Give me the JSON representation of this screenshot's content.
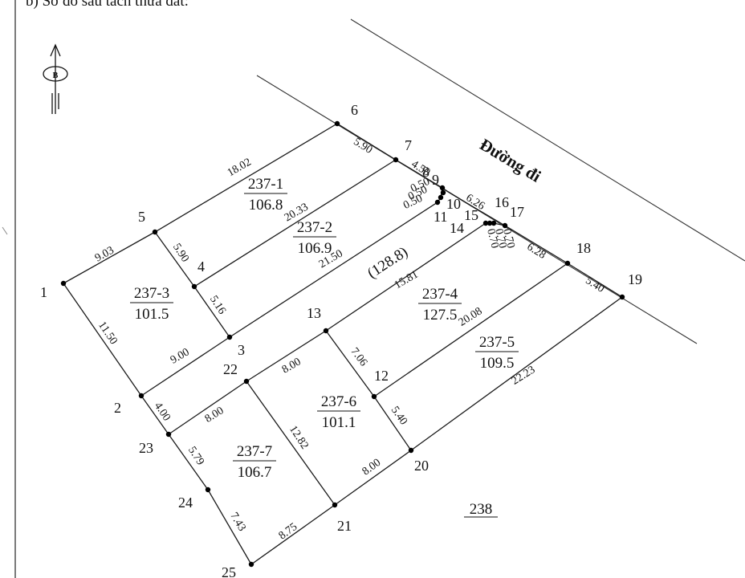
{
  "header": {
    "text": "b) Sơ đồ sau tách thửa đất:"
  },
  "road_label": "Đường đi",
  "compass": {
    "letter": "B",
    "icon": "north-arrow-icon"
  },
  "points": [
    {
      "id": "1",
      "label": "1"
    },
    {
      "id": "2",
      "label": "2"
    },
    {
      "id": "3",
      "label": "3"
    },
    {
      "id": "4",
      "label": "4"
    },
    {
      "id": "5",
      "label": "5"
    },
    {
      "id": "6",
      "label": "6"
    },
    {
      "id": "7",
      "label": "7"
    },
    {
      "id": "8",
      "label": "8"
    },
    {
      "id": "9",
      "label": "9"
    },
    {
      "id": "10",
      "label": "10"
    },
    {
      "id": "11",
      "label": "11"
    },
    {
      "id": "12",
      "label": "12"
    },
    {
      "id": "13",
      "label": "13"
    },
    {
      "id": "14",
      "label": "14"
    },
    {
      "id": "15",
      "label": "15"
    },
    {
      "id": "16",
      "label": "16"
    },
    {
      "id": "17",
      "label": "17"
    },
    {
      "id": "18",
      "label": "18"
    },
    {
      "id": "19",
      "label": "19"
    },
    {
      "id": "20",
      "label": "20"
    },
    {
      "id": "21",
      "label": "21"
    },
    {
      "id": "22",
      "label": "22"
    },
    {
      "id": "23",
      "label": "23"
    },
    {
      "id": "24",
      "label": "24"
    },
    {
      "id": "25",
      "label": "25"
    }
  ],
  "dimensions": [
    {
      "edge": "1-5",
      "value": "9.03"
    },
    {
      "edge": "5-6",
      "value": "18.02"
    },
    {
      "edge": "6-7",
      "value": "5.90"
    },
    {
      "edge": "7-8",
      "value": "4.50"
    },
    {
      "edge": "9-16",
      "value": "6.26"
    },
    {
      "edge": "17-18",
      "value": "6.28"
    },
    {
      "edge": "18-19",
      "value": "5.40"
    },
    {
      "edge": "8-9",
      "value": "0.50"
    },
    {
      "edge": "9-10a",
      "value": "0.50"
    },
    {
      "edge": "10a-10",
      "value": "0.50"
    },
    {
      "edge": "15-14a",
      "value": "0.70"
    },
    {
      "edge": "14a-14b",
      "value": "0.70"
    },
    {
      "edge": "14b-14",
      "value": "0.70"
    },
    {
      "edge": "4-7",
      "value": "20.33"
    },
    {
      "edge": "3-10",
      "value": "21.50"
    },
    {
      "edge": "5-4",
      "value": "5.90"
    },
    {
      "edge": "4-3",
      "value": "5.16"
    },
    {
      "edge": "1-2",
      "value": "11.50"
    },
    {
      "edge": "2-3",
      "value": "9.00"
    },
    {
      "edge": "13-14",
      "value": "15.81"
    },
    {
      "edge": "12-18",
      "value": "20.08"
    },
    {
      "edge": "20-19",
      "value": "22.23"
    },
    {
      "edge": "22-13",
      "value": "8.00"
    },
    {
      "edge": "13-12",
      "value": "7.06"
    },
    {
      "edge": "12-20",
      "value": "5.40"
    },
    {
      "edge": "2-23",
      "value": "4.00"
    },
    {
      "edge": "23-22",
      "value": "8.00"
    },
    {
      "edge": "22-21",
      "value": "12.82"
    },
    {
      "edge": "21-20",
      "value": "8.00"
    },
    {
      "edge": "23-24",
      "value": "5.79"
    },
    {
      "edge": "24-25",
      "value": "7.43"
    },
    {
      "edge": "25-21",
      "value": "8.75"
    }
  ],
  "parcels": [
    {
      "id": "237-1",
      "area": "106.8"
    },
    {
      "id": "237-2",
      "area": "106.9"
    },
    {
      "id": "237-3",
      "area": "101.5"
    },
    {
      "id": "237-4",
      "area": "127.5"
    },
    {
      "id": "237-5",
      "area": "109.5"
    },
    {
      "id": "237-6",
      "area": "101.1"
    },
    {
      "id": "237-7",
      "area": "106.7"
    }
  ],
  "combined_area": "(128.8)",
  "neighbor": {
    "id": "238"
  }
}
